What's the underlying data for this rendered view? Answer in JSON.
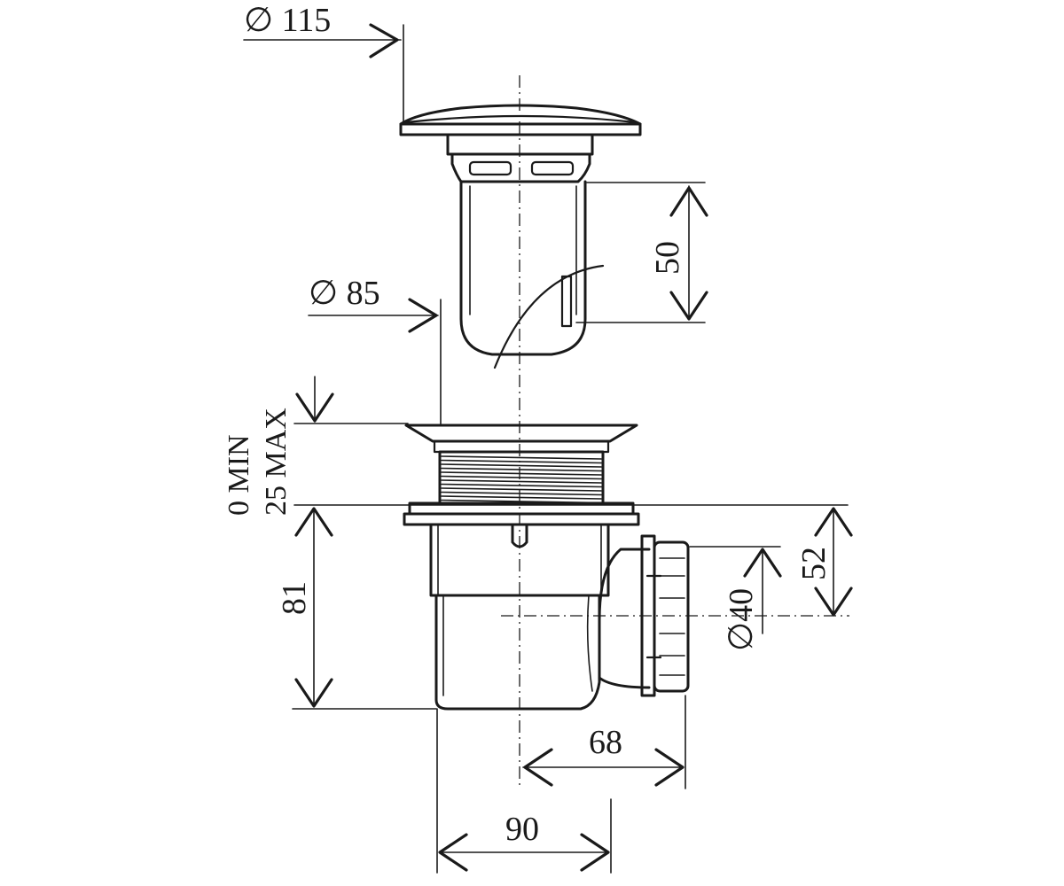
{
  "dimensions": {
    "cap_diameter": "∅ 115",
    "strainer_height": "50",
    "strainer_diameter": "∅ 85",
    "adjust_range": "0 MIN\n25 MAX",
    "adjust_min": "0 MIN",
    "adjust_max": "25 MAX",
    "body_height": "81",
    "outlet_height": "52",
    "outlet_diameter": "∅40",
    "outlet_offset": "68",
    "body_width": "90"
  }
}
